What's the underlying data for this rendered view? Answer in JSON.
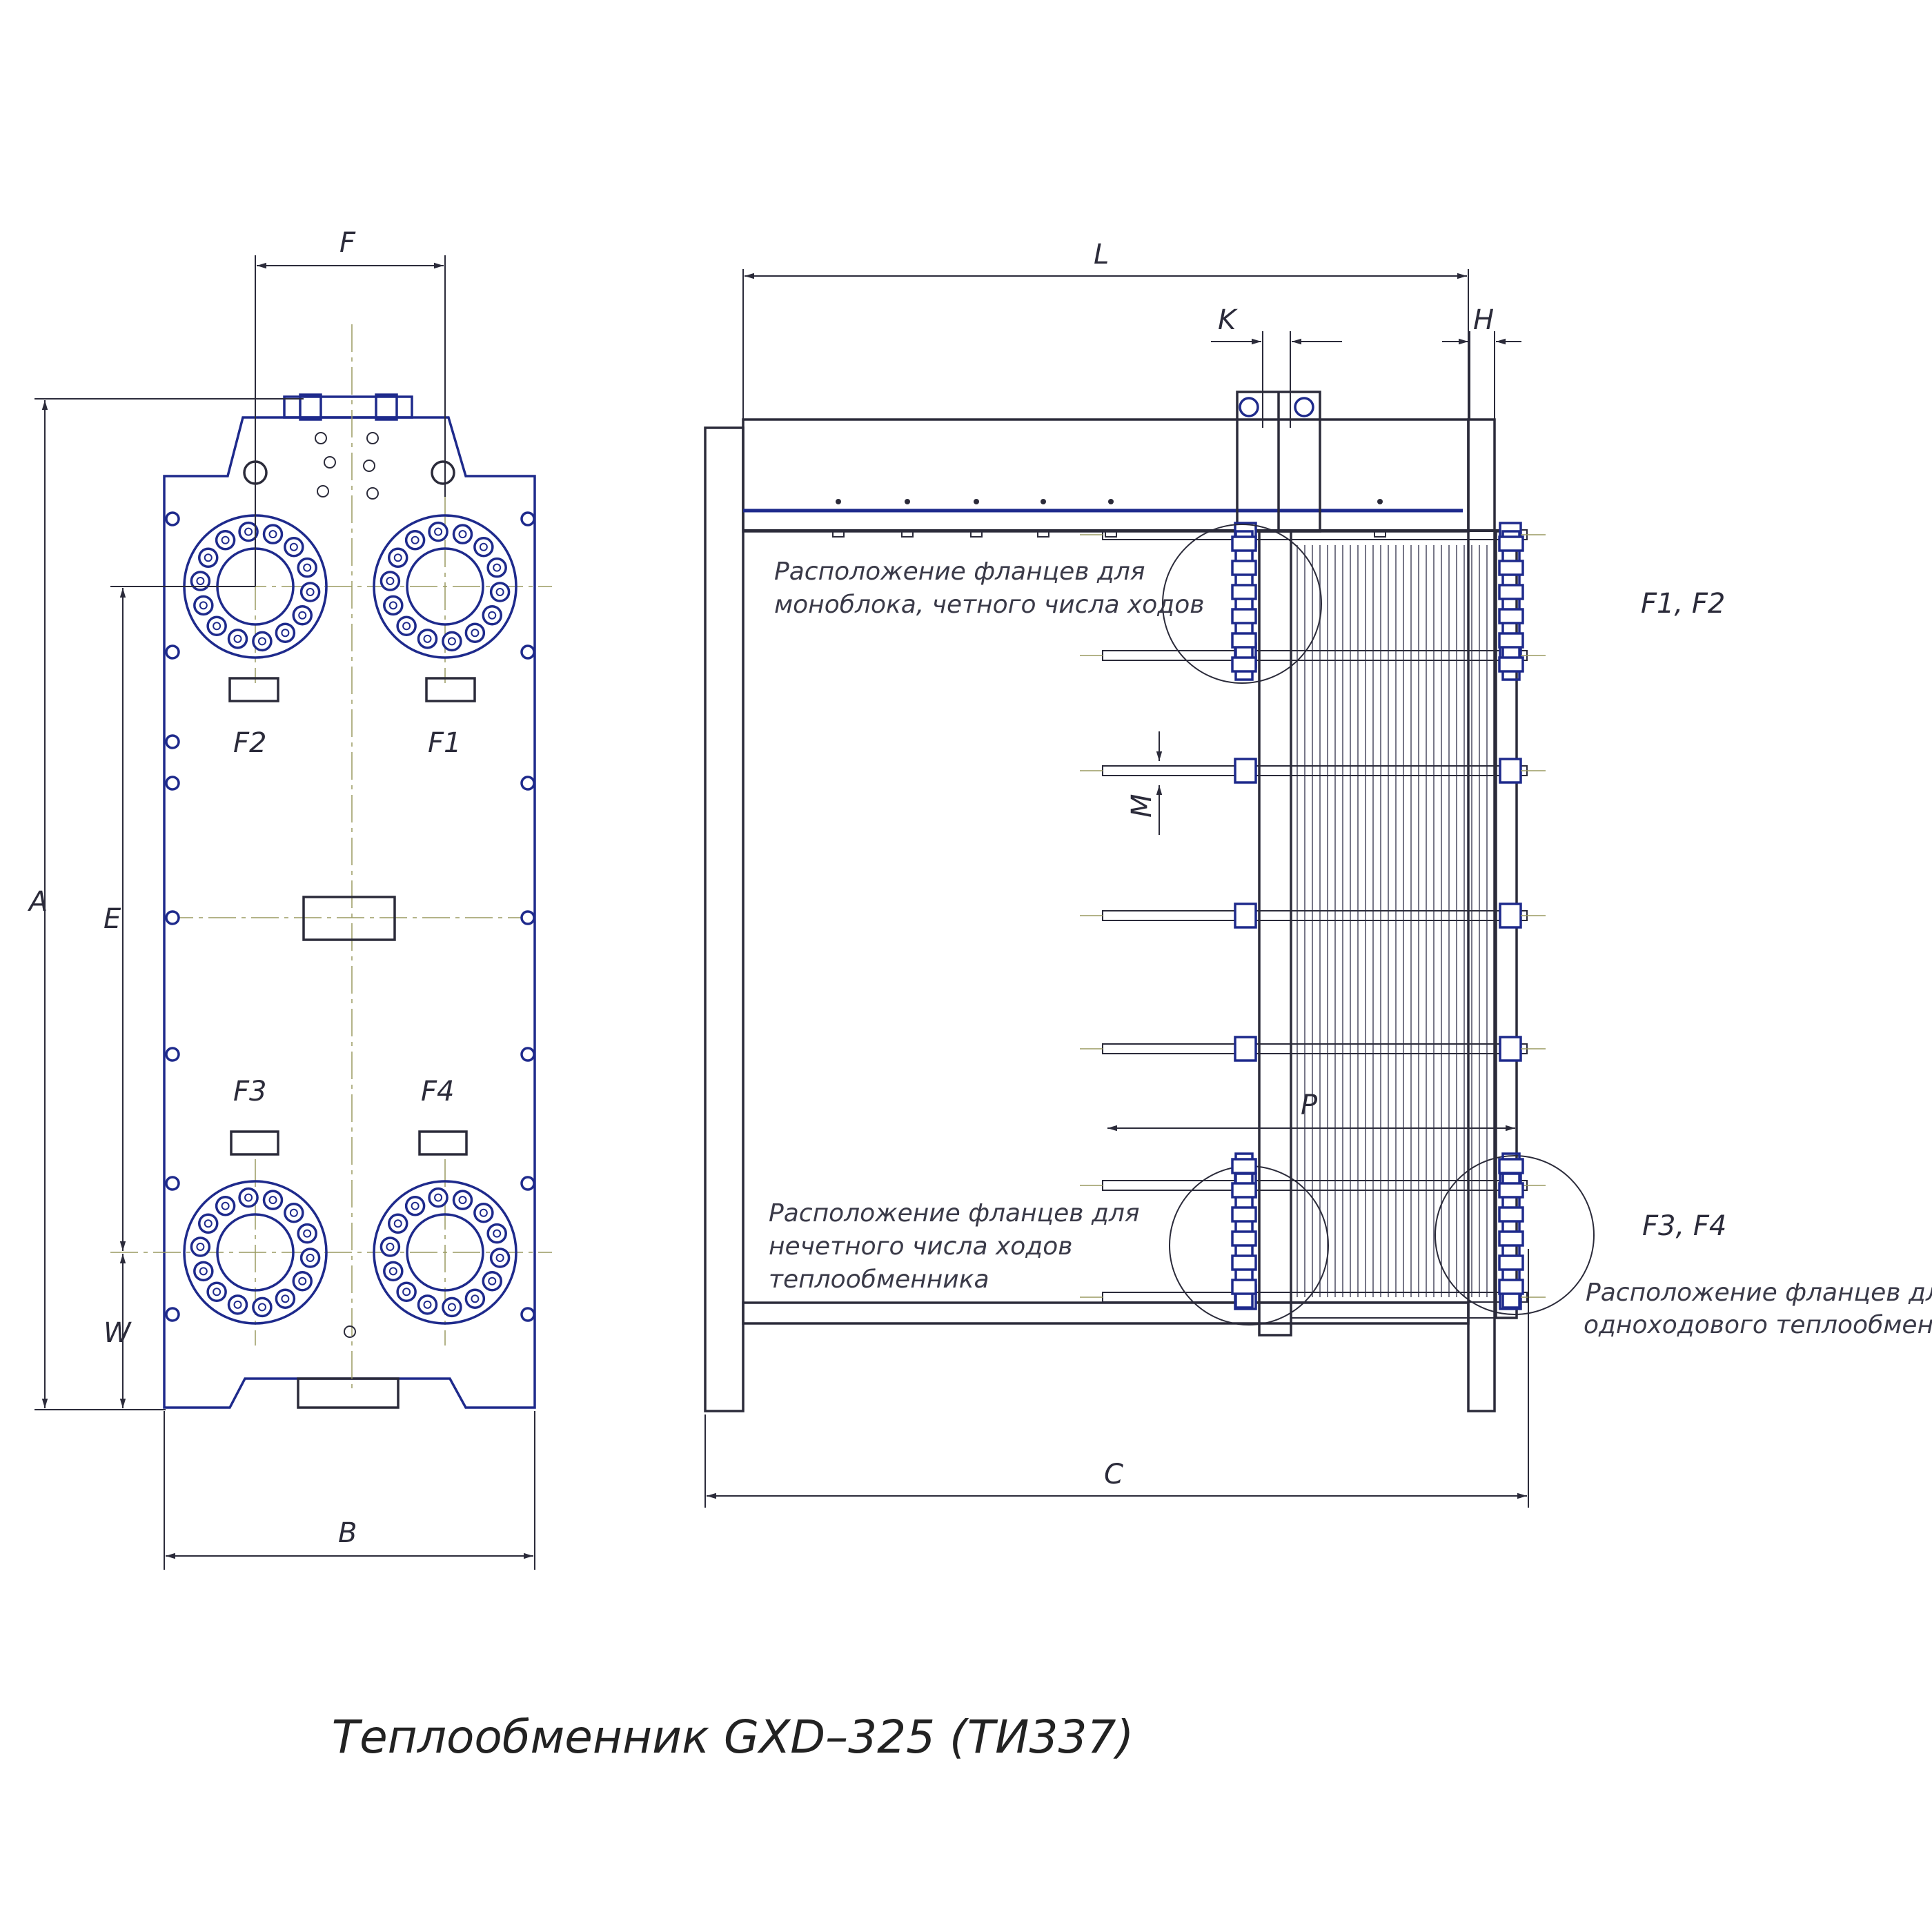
{
  "title": "Теплообменник GXD–325 (ТИ337)",
  "dimensions": {
    "F": "F",
    "A": "A",
    "E": "E",
    "W": "W",
    "B": "B",
    "L": "L",
    "K": "K",
    "H": "H",
    "M": "M",
    "P": "P",
    "C": "C"
  },
  "port_labels": {
    "f1": "F1",
    "f2": "F2",
    "f3": "F3",
    "f4": "F4",
    "f1f2": "F1, F2",
    "f3f4": "F3, F4"
  },
  "notes": {
    "even": [
      "Расположение фланцев для",
      "моноблока, четного числа ходов"
    ],
    "odd": [
      "Расположение фланцев для",
      "нечетного числа ходов",
      "теплообменника"
    ],
    "single": [
      "Расположение фланцев для",
      "одноходового теплообменника"
    ]
  }
}
